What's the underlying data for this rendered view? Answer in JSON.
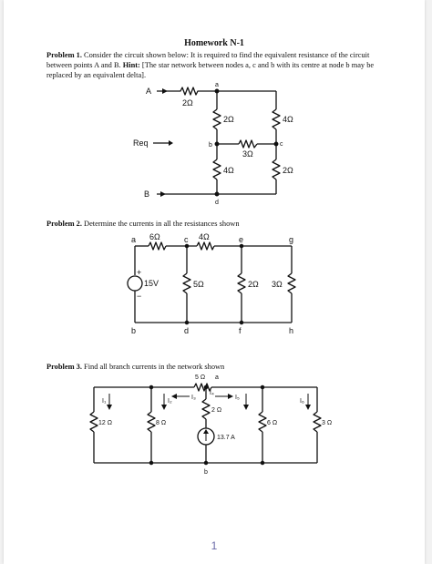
{
  "title": "Homework N-1",
  "problem1": {
    "heading": "Problem 1.",
    "text": " Consider the circuit shown below: It is required to find the equivalent resistance of the circuit between points A and B. ",
    "hint_label": "Hint:",
    "hint": " [The star network between nodes a, c and b with its centre at node b may be replaced by an equivalent delta].",
    "labels": {
      "A": "A",
      "B": "B",
      "a": "a",
      "b": "b",
      "c": "c",
      "d": "d",
      "req": "Req",
      "r_top": "2Ω",
      "r_ab": "2Ω",
      "r_right_top": "4Ω",
      "r_bc": "3Ω",
      "r_bd": "4Ω",
      "r_right_bot": "2Ω"
    }
  },
  "problem2": {
    "heading": "Problem 2.",
    "text": " Determine the currents in all the resistances shown",
    "labels": {
      "a": "a",
      "c": "c",
      "e": "e",
      "g": "g",
      "b": "b",
      "d": "d",
      "f": "f",
      "h": "h",
      "r1": "6Ω",
      "r2": "4Ω",
      "r3": "5Ω",
      "r4": "2Ω",
      "r5": "3Ω",
      "source": "15V",
      "plus": "+",
      "minus": "−"
    }
  },
  "problem3": {
    "heading": "Problem 3.",
    "text": " Find all branch currents in the network shown",
    "labels": {
      "r_top": "5 Ω",
      "a": "a",
      "b": "b",
      "r12": "12 Ω",
      "r8": "8 Ω",
      "r2": "2 Ω",
      "r6": "6 Ω",
      "r3": "3 Ω",
      "source": "13.7 A",
      "I1": "I₁",
      "I2": "I₂",
      "I3": "I₃",
      "I4": "I₄",
      "I5": "I₅",
      "I6": "I₆"
    }
  },
  "page_number": "1"
}
